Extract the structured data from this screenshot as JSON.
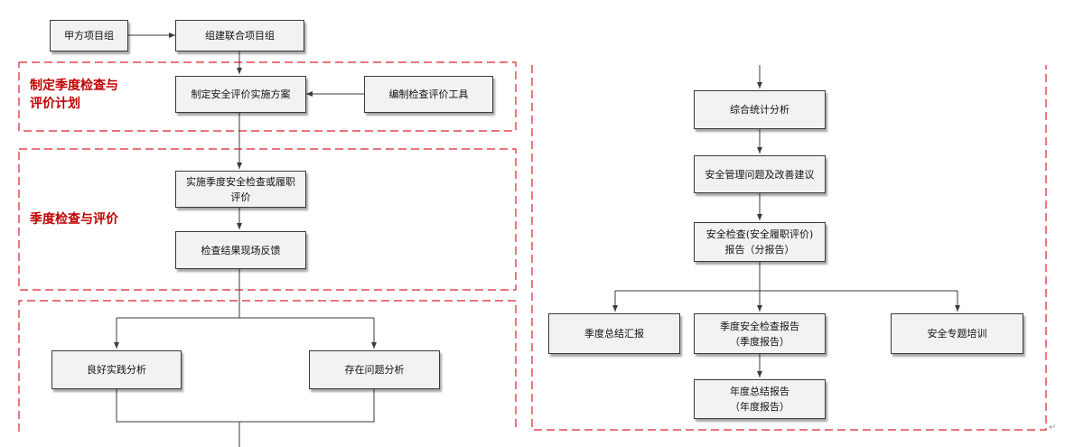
{
  "regions": {
    "plan_label": "制定季度检查与\n评价计划",
    "inspect_label": "季度检查与评价"
  },
  "nodes": {
    "party_a_team": "甲方项目组",
    "form_joint_team": "组建联合项目组",
    "make_plan": "制定安全评价实施方案",
    "compile_tools": "编制检查评价工具",
    "conduct_inspection": "实施季度安全检查或履职\n评价",
    "onsite_feedback": "检查结果现场反馈",
    "good_practice": "良好实践分析",
    "problem_analysis": "存在问题分析",
    "stat_analysis": "综合统计分析",
    "mgmt_suggestions": "安全管理问题及改善建议",
    "sub_report": "安全检查(安全履职评价)\n报告（分报告）",
    "quarter_summary": "季度总结汇报",
    "quarter_report": "季度安全检查报告\n（季度报告）",
    "safety_training": "安全专题培训",
    "annual_report": "年度总结报告\n（年度报告）"
  },
  "colors": {
    "dashed_border": "#d9232a",
    "label_red": "#c00000",
    "box_fill": "#f2f2f2",
    "line": "#3a3a3a"
  },
  "return_mark": "↵"
}
